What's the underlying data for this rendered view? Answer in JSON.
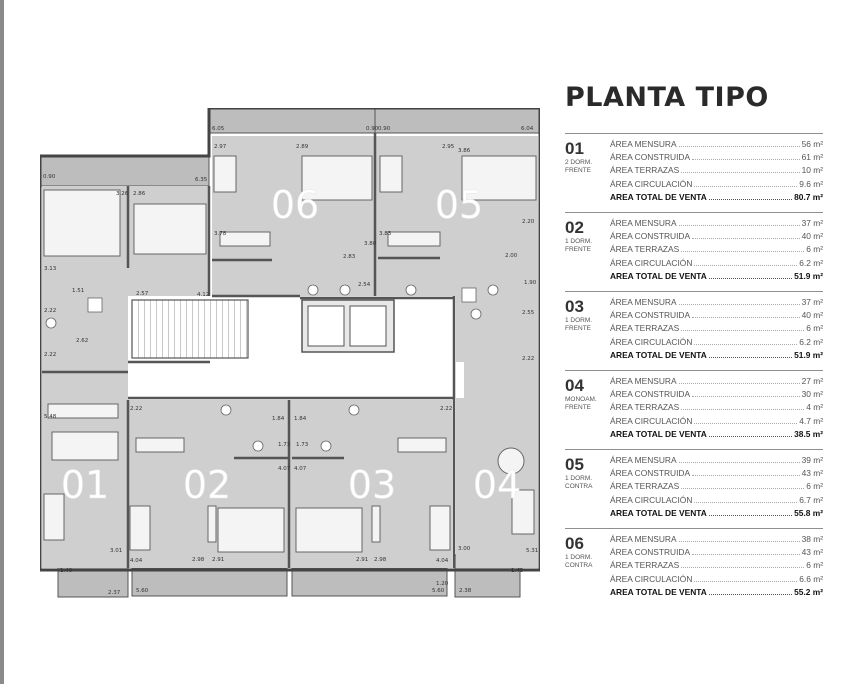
{
  "title": "PLANTA TIPO",
  "units": [
    {
      "num": "01",
      "type": "2 DORM. FRENTE",
      "rows": [
        {
          "label": "ÁREA MENSURA",
          "value": "56 m²"
        },
        {
          "label": "ÁREA CONSTRUIDA",
          "value": "61 m²"
        },
        {
          "label": "ÁREA TERRAZAS",
          "value": "10 m²"
        },
        {
          "label": "ÁREA CIRCULACIÓN",
          "value": "9.6 m²"
        }
      ],
      "total": {
        "label": "AREA TOTAL DE VENTA",
        "value": "80.7 m²"
      }
    },
    {
      "num": "02",
      "type": "1 DORM. FRENTE",
      "rows": [
        {
          "label": "ÁREA MENSURA",
          "value": "37 m²"
        },
        {
          "label": "ÁREA CONSTRUIDA",
          "value": "40 m²"
        },
        {
          "label": "ÁREA TERRAZAS",
          "value": "6 m²"
        },
        {
          "label": "ÁREA CIRCULACIÓN",
          "value": "6.2 m²"
        }
      ],
      "total": {
        "label": "AREA TOTAL DE VENTA",
        "value": "51.9 m²"
      }
    },
    {
      "num": "03",
      "type": "1 DORM. FRENTE",
      "rows": [
        {
          "label": "ÁREA MENSURA",
          "value": "37 m²"
        },
        {
          "label": "ÁREA CONSTRUIDA",
          "value": "40 m²"
        },
        {
          "label": "ÁREA TERRAZAS",
          "value": "6 m²"
        },
        {
          "label": "ÁREA CIRCULACIÓN",
          "value": "6.2 m²"
        }
      ],
      "total": {
        "label": "AREA TOTAL DE VENTA",
        "value": "51.9 m²"
      }
    },
    {
      "num": "04",
      "type": "MONOAM. FRENTE",
      "rows": [
        {
          "label": "ÁREA MENSURA",
          "value": "27 m²"
        },
        {
          "label": "ÁREA CONSTRUIDA",
          "value": "30 m²"
        },
        {
          "label": "ÁREA TERRAZAS",
          "value": "4 m²"
        },
        {
          "label": "ÁREA CIRCULACIÓN",
          "value": "4.7 m²"
        }
      ],
      "total": {
        "label": "AREA TOTAL DE VENTA",
        "value": "38.5 m²"
      }
    },
    {
      "num": "05",
      "type": "1 DORM. CONTRA",
      "rows": [
        {
          "label": "ÁREA MENSURA",
          "value": "39 m²"
        },
        {
          "label": "ÁREA CONSTRUIDA",
          "value": "43 m²"
        },
        {
          "label": "ÁREA TERRAZAS",
          "value": "6 m²"
        },
        {
          "label": "ÁREA CIRCULACIÓN",
          "value": "6.7 m²"
        }
      ],
      "total": {
        "label": "AREA TOTAL DE VENTA",
        "value": "55.8 m²"
      }
    },
    {
      "num": "06",
      "type": "1 DORM. CONTRA",
      "rows": [
        {
          "label": "ÁREA MENSURA",
          "value": "38 m²"
        },
        {
          "label": "ÁREA CONSTRUIDA",
          "value": "43 m²"
        },
        {
          "label": "ÁREA TERRAZAS",
          "value": "6 m²"
        },
        {
          "label": "ÁREA CIRCULACIÓN",
          "value": "6.6 m²"
        }
      ],
      "total": {
        "label": "AREA TOTAL DE VENTA",
        "value": "55.2 m²"
      }
    }
  ],
  "plan": {
    "unit_labels": [
      "01",
      "02",
      "03",
      "04",
      "05",
      "06"
    ],
    "dims": {
      "top_06_width": "6.05",
      "top_06_depth": "0.90",
      "top_05_depth": "0.90",
      "top_05_width": "6.04",
      "left_top_depth": "0.90",
      "left_top_width": "6.35",
      "d_2_97": "2.97",
      "d_2_89": "2.89",
      "d_2_95": "2.95",
      "d_3_86": "3.86",
      "d_3_26": "3.26",
      "d_2_86": "2.86",
      "d_3_78": "3.78",
      "d_3_83": "3.83",
      "d_2_20": "2.20",
      "d_3_13": "3.13",
      "d_2_83": "2.83",
      "d_3_80": "3.80",
      "d_2_00": "2.00",
      "d_2_54": "2.54",
      "d_1_90": "1.90",
      "d_1_51": "1.51",
      "d_4_12": "4.12",
      "d_2_22a": "2.22",
      "d_2_62": "2.62",
      "d_2_55": "2.55",
      "d_2_22b": "2.22",
      "d_2_22c": "2.22",
      "d_2_22d": "2.22",
      "d_2_22e": "2.22",
      "d_1_84a": "1.84",
      "d_1_84b": "1.84",
      "d_1_73a": "1.73",
      "d_1_73b": "1.73",
      "d_5_48": "5.48",
      "d_4_07a": "4.07",
      "d_4_07b": "4.07",
      "d_3_01": "3.01",
      "d_4_04a": "4.04",
      "d_4_04b": "4.04",
      "d_3_00": "3.00",
      "d_5_31": "5.31",
      "d_2_98a": "2.98",
      "d_2_91a": "2.91",
      "d_2_91b": "2.91",
      "d_2_98b": "2.98",
      "d_1_40a": "1.40",
      "d_1_40b": "1.40",
      "d_1_20": "1.20",
      "d_2_37": "2.37",
      "d_5_60a": "5.60",
      "d_5_60b": "5.60",
      "d_2_38": "2.38",
      "d_2_57": "2.57"
    }
  }
}
